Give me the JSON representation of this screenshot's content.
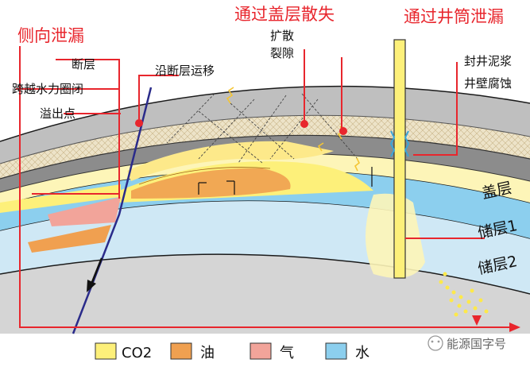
{
  "headers": {
    "lateral": "侧向泄漏",
    "caprock": "通过盖层散失",
    "wellbore": "通过井筒泄漏"
  },
  "labels": {
    "fault": "断层",
    "along_fault": "沿断层运移",
    "hydraulic": "跨越水力圈闭",
    "spill": "溢出点",
    "diffusion": "扩散",
    "fracture": "裂隙",
    "cement": "封井泥浆",
    "corrosion": "井壁腐蚀",
    "caprock_layer": "盖层",
    "reservoir1": "储层1",
    "reservoir2": "储层2"
  },
  "legend": [
    {
      "key": "co2",
      "label": "CO2",
      "color": "#fdf07a"
    },
    {
      "key": "oil",
      "label": "油",
      "color": "#f0a050"
    },
    {
      "key": "gas",
      "label": "气",
      "color": "#f2a49a"
    },
    {
      "key": "water",
      "label": "水",
      "color": "#8ccfee"
    }
  ],
  "watermark": "能源国字号",
  "colors": {
    "accent_red": "#e8262d",
    "fault_line": "#2a2b8a",
    "cap_gray": "#bfbfbf",
    "cap_dark": "#8c8c8c",
    "res_light": "#fdf5b8"
  }
}
